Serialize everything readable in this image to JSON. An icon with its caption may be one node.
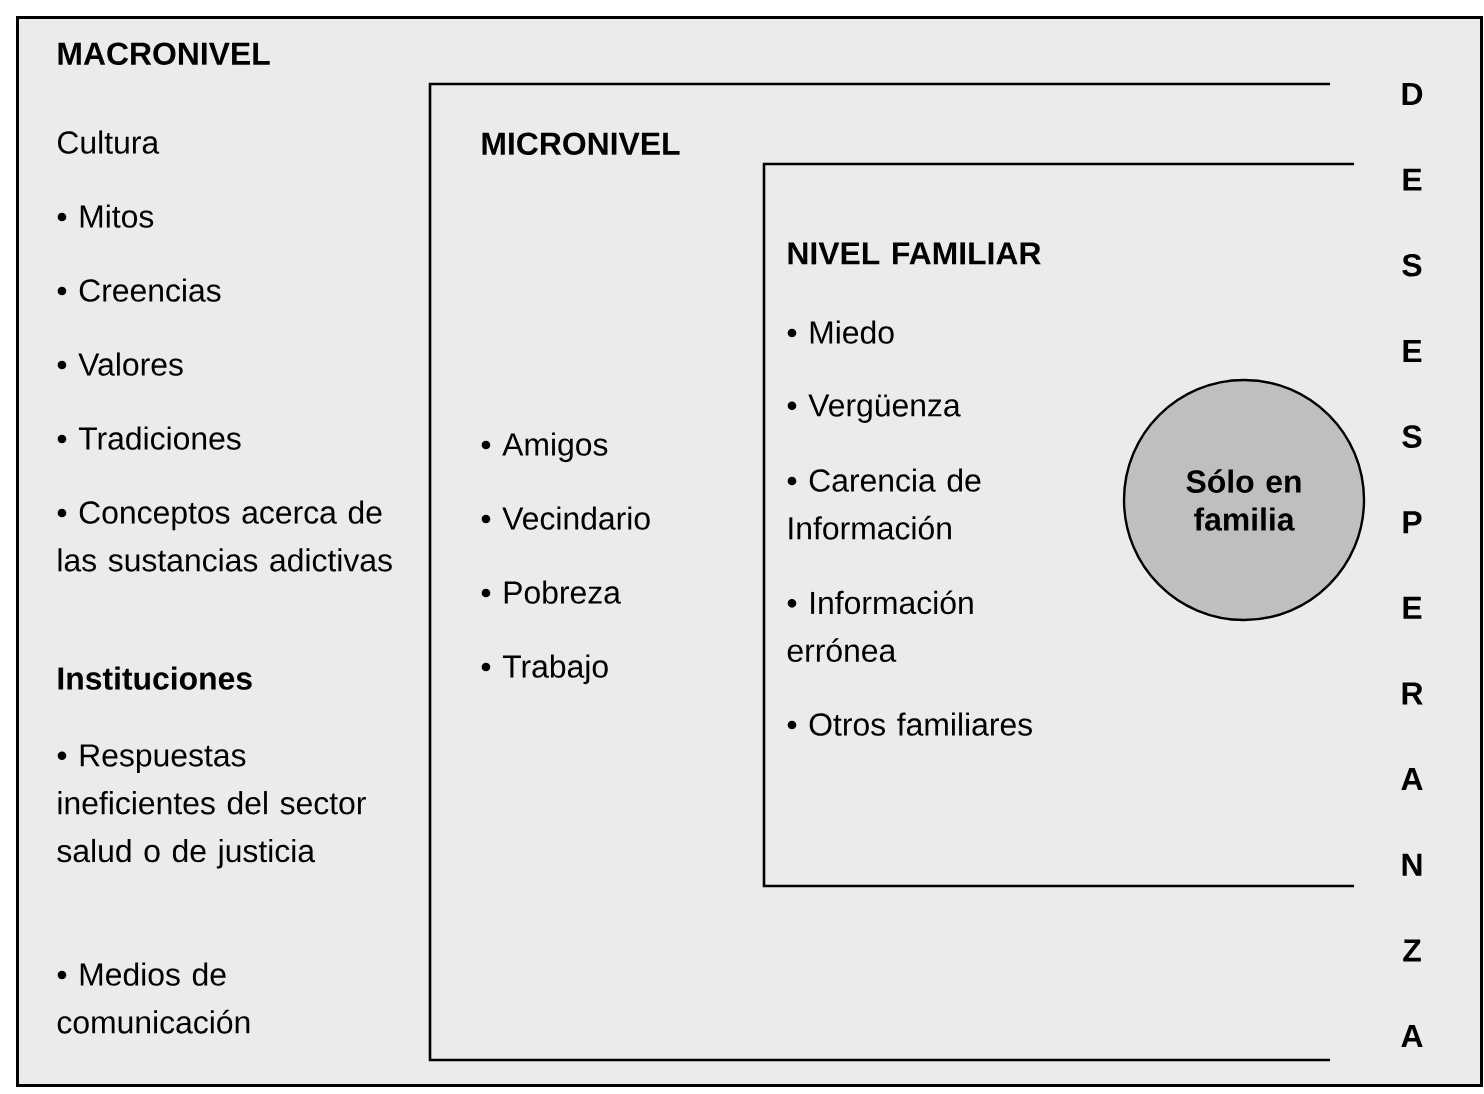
{
  "diagram": {
    "nodes": [
      {
        "text": [
          "MACRONIVEL",
          "Cultura",
          "• Mitos",
          "• Creencias",
          "• Valores",
          "• Tradiciones",
          "• Conceptos acerca de las sustancias adictivas",
          "Instituciones",
          "• Respuestas ineficientes del sector salud o de justicia",
          "• Medios de comunicación"
        ]
      },
      {
        "text": [
          "MICRONIVEL",
          "• Amigos",
          "• Vecindario",
          "• Pobreza",
          "• Trabajo"
        ],
        "in": 0
      },
      {
        "text": [
          "NIVEL FAMILIAR",
          "• Miedo",
          "• Vergüenza",
          "• Carencia de Información",
          "• Información errónea",
          "• Otros familiares"
        ],
        "in": 1
      },
      {
        "text": [
          "Sólo en familia"
        ],
        "in": 2
      }
    ],
    "labels": [
      "D",
      "E",
      "S",
      "E",
      "S",
      "P",
      "E",
      "R",
      "A",
      "N",
      "Z",
      "A"
    ]
  }
}
